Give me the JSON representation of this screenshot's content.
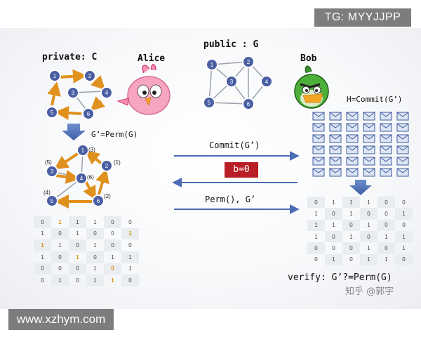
{
  "watermark_top": "TG: MYYJJPP",
  "watermark_bottom": "www.xzhym.com",
  "alice": {
    "private_label": "private: C",
    "name": "Alice",
    "perm_label": "G’=Perm(G)",
    "graph_nodes": [
      "1",
      "2",
      "3",
      "4",
      "5",
      "6"
    ],
    "perm_nodes": [
      "1",
      "2",
      "3",
      "4",
      "5",
      "6"
    ],
    "perm_tags": [
      "(3)",
      "(1)",
      "(5)",
      "(6)",
      "(4)",
      "(2)"
    ],
    "matrix": [
      [
        "0",
        "1",
        "1",
        "1",
        "0",
        "0"
      ],
      [
        "1",
        "0",
        "1",
        "0",
        "0",
        "1"
      ],
      [
        "1",
        "1",
        "0",
        "1",
        "0",
        "0"
      ],
      [
        "1",
        "0",
        "1",
        "0",
        "1",
        "1"
      ],
      [
        "0",
        "0",
        "0",
        "1",
        "0",
        "1"
      ],
      [
        "0",
        "1",
        "0",
        "1",
        "1",
        "0"
      ]
    ]
  },
  "public": {
    "label": "public : G",
    "graph_nodes": [
      "1",
      "2",
      "3",
      "4",
      "5",
      "6"
    ]
  },
  "bob": {
    "name": "Bob",
    "commit_label": "H=Commit(G’)",
    "verify_label": "verify: G’?=Perm(G)",
    "matrix": [
      [
        "0",
        "1",
        "1",
        "1",
        "0",
        "0"
      ],
      [
        "1",
        "0",
        "1",
        "0",
        "0",
        "1"
      ],
      [
        "1",
        "1",
        "0",
        "1",
        "0",
        "0"
      ],
      [
        "1",
        "0",
        "1",
        "0",
        "1",
        "1"
      ],
      [
        "0",
        "0",
        "0",
        "1",
        "0",
        "1"
      ],
      [
        "0",
        "1",
        "0",
        "1",
        "1",
        "0"
      ]
    ]
  },
  "protocol": {
    "commit": "Commit(G’)",
    "challenge": "b=0",
    "response": "Perm(), G’"
  },
  "credit": "知乎 @郭宇",
  "colors": {
    "node_fill": "#4a5fa3",
    "node_stroke": "#ffffff",
    "path_orange": "#e0901c",
    "edge_gray": "#9aa0ab",
    "arrow_blue": "#4a6cb4",
    "challenge_red": "#b81e24",
    "highlight_orange": "#d9920e"
  }
}
